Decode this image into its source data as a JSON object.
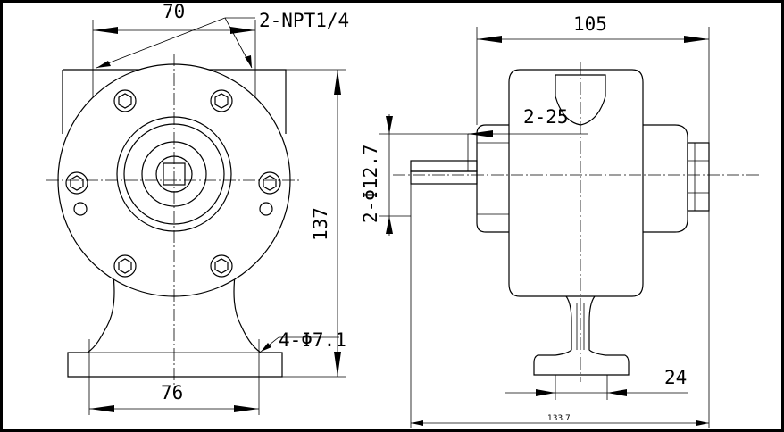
{
  "drawing": {
    "front_view": {
      "top_width_dim": "70",
      "ports_label": "2-NPT1/4",
      "height_dim": "137",
      "base_holes_label": "4-Φ7.1",
      "base_width_dim": "76"
    },
    "side_view": {
      "overall_width_dim": "105",
      "ports_depth_label": "2-25",
      "shaft_dia_label": "2-Φ12.7",
      "base_dim": "24",
      "overall_length_dim": "133.7"
    }
  }
}
